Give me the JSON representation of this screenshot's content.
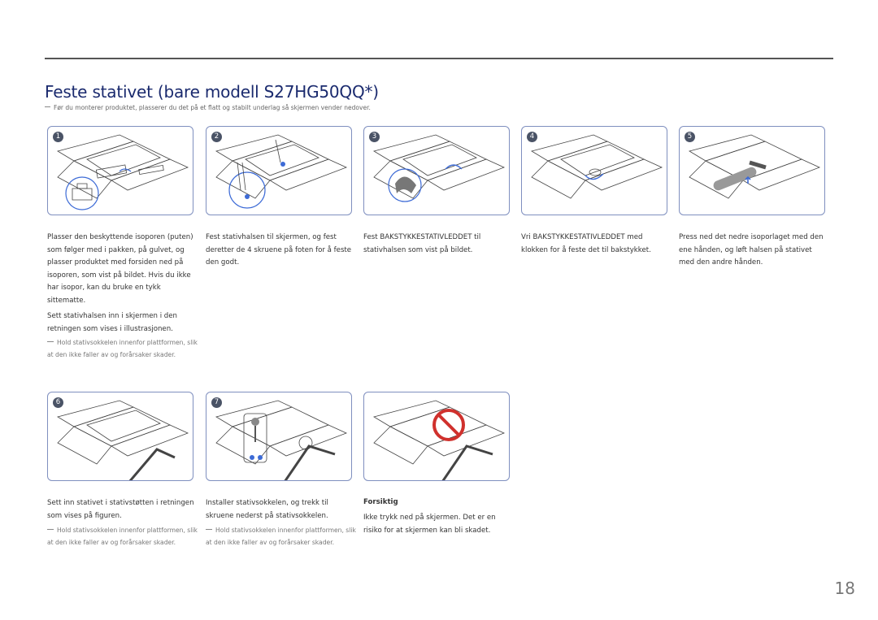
{
  "title": "Feste stativet (bare modell S27HG50QQ*)",
  "intro_note": "Før du monterer produktet, plasserer du det på et flatt og stabilt underlag så skjermen vender nedover.",
  "steps": [
    {
      "num": "1",
      "texts": [
        "Plasser den beskyttende isoporen (puten) som følger med i pakken, på gulvet, og plasser produktet med forsiden ned på isoporen, som vist på bildet. Hvis du ikke har isopor, kan du bruke en tykk sittematte.",
        "Sett stativhalsen inn i skjermen i den retningen som vises i illustrasjonen."
      ],
      "note": "Hold stativsokkelen innenfor plattformen, slik at den ikke faller av og forårsaker skader."
    },
    {
      "num": "2",
      "texts": [
        "Fest stativhalsen til skjermen, og fest deretter de 4 skruene på foten for å feste den godt."
      ]
    },
    {
      "num": "3",
      "texts": [
        "Fest BAKSTYKKESTATIVLEDDET til stativhalsen som vist på bildet."
      ]
    },
    {
      "num": "4",
      "texts": [
        "Vri BAKSTYKKESTATIVLEDDET med klokken for å feste det til bakstykket."
      ]
    },
    {
      "num": "5",
      "texts": [
        "Press ned det nedre isoporlaget med den ene hånden, og løft halsen på stativet med den andre hånden."
      ]
    },
    {
      "num": "6",
      "texts": [
        "Sett inn stativet i stativstøtten i retningen som vises på figuren."
      ],
      "note": "Hold stativsokkelen innenfor plattformen, slik at den ikke faller av og forårsaker skader."
    },
    {
      "num": "7",
      "texts": [
        "Installer stativsokkelen, og trekk til skruene nederst på stativsokkelen."
      ],
      "note": "Hold stativsokkelen innenfor plattformen, slik at den ikke faller av og forårsaker skader."
    }
  ],
  "caution": {
    "label": "Forsiktig",
    "text": "Ikke trykk ned på skjermen. Det er en risiko for at skjermen kan bli skadet."
  },
  "page_number": "18",
  "colors": {
    "title": "#1a2a6e",
    "panel_border": "#7f8fbf",
    "badge": "#4a5366",
    "accent_blue": "#3d6bd6",
    "prohibit_red": "#d0312d"
  }
}
